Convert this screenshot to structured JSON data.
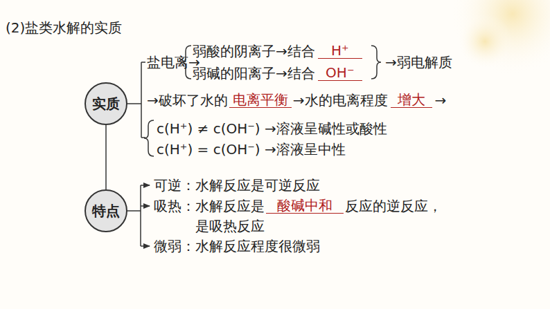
{
  "diagram": {
    "title": "(2)盐类水解的实质",
    "nodes": [
      {
        "text": [
          "实质"
        ]
      },
      {
        "text": [
          "特点"
        ]
      }
    ],
    "edges": [
      {
        "from": 0,
        "to": 1,
        "arrow": "none"
      }
    ],
    "labels": [
      "盐电离→",
      "弱酸的阴离子→结合",
      "H⁺",
      "弱碱的阳离子→结合",
      "OH⁻",
      "→弱电解质",
      "→破坏了水的",
      "电离平衡",
      "→水的电离程度",
      "增大",
      "→",
      "c(H⁺) ≠ c(OH⁻) →溶液呈碱性或酸性",
      "c(H⁺) = c(OH⁻) →溶液呈中性",
      "可逆：水解反应是可逆反应",
      "吸热：水解反应是",
      "酸碱中和",
      "反应的逆反应，",
      "是吸热反应",
      "微弱：水解反应程度很微弱"
    ]
  }
}
